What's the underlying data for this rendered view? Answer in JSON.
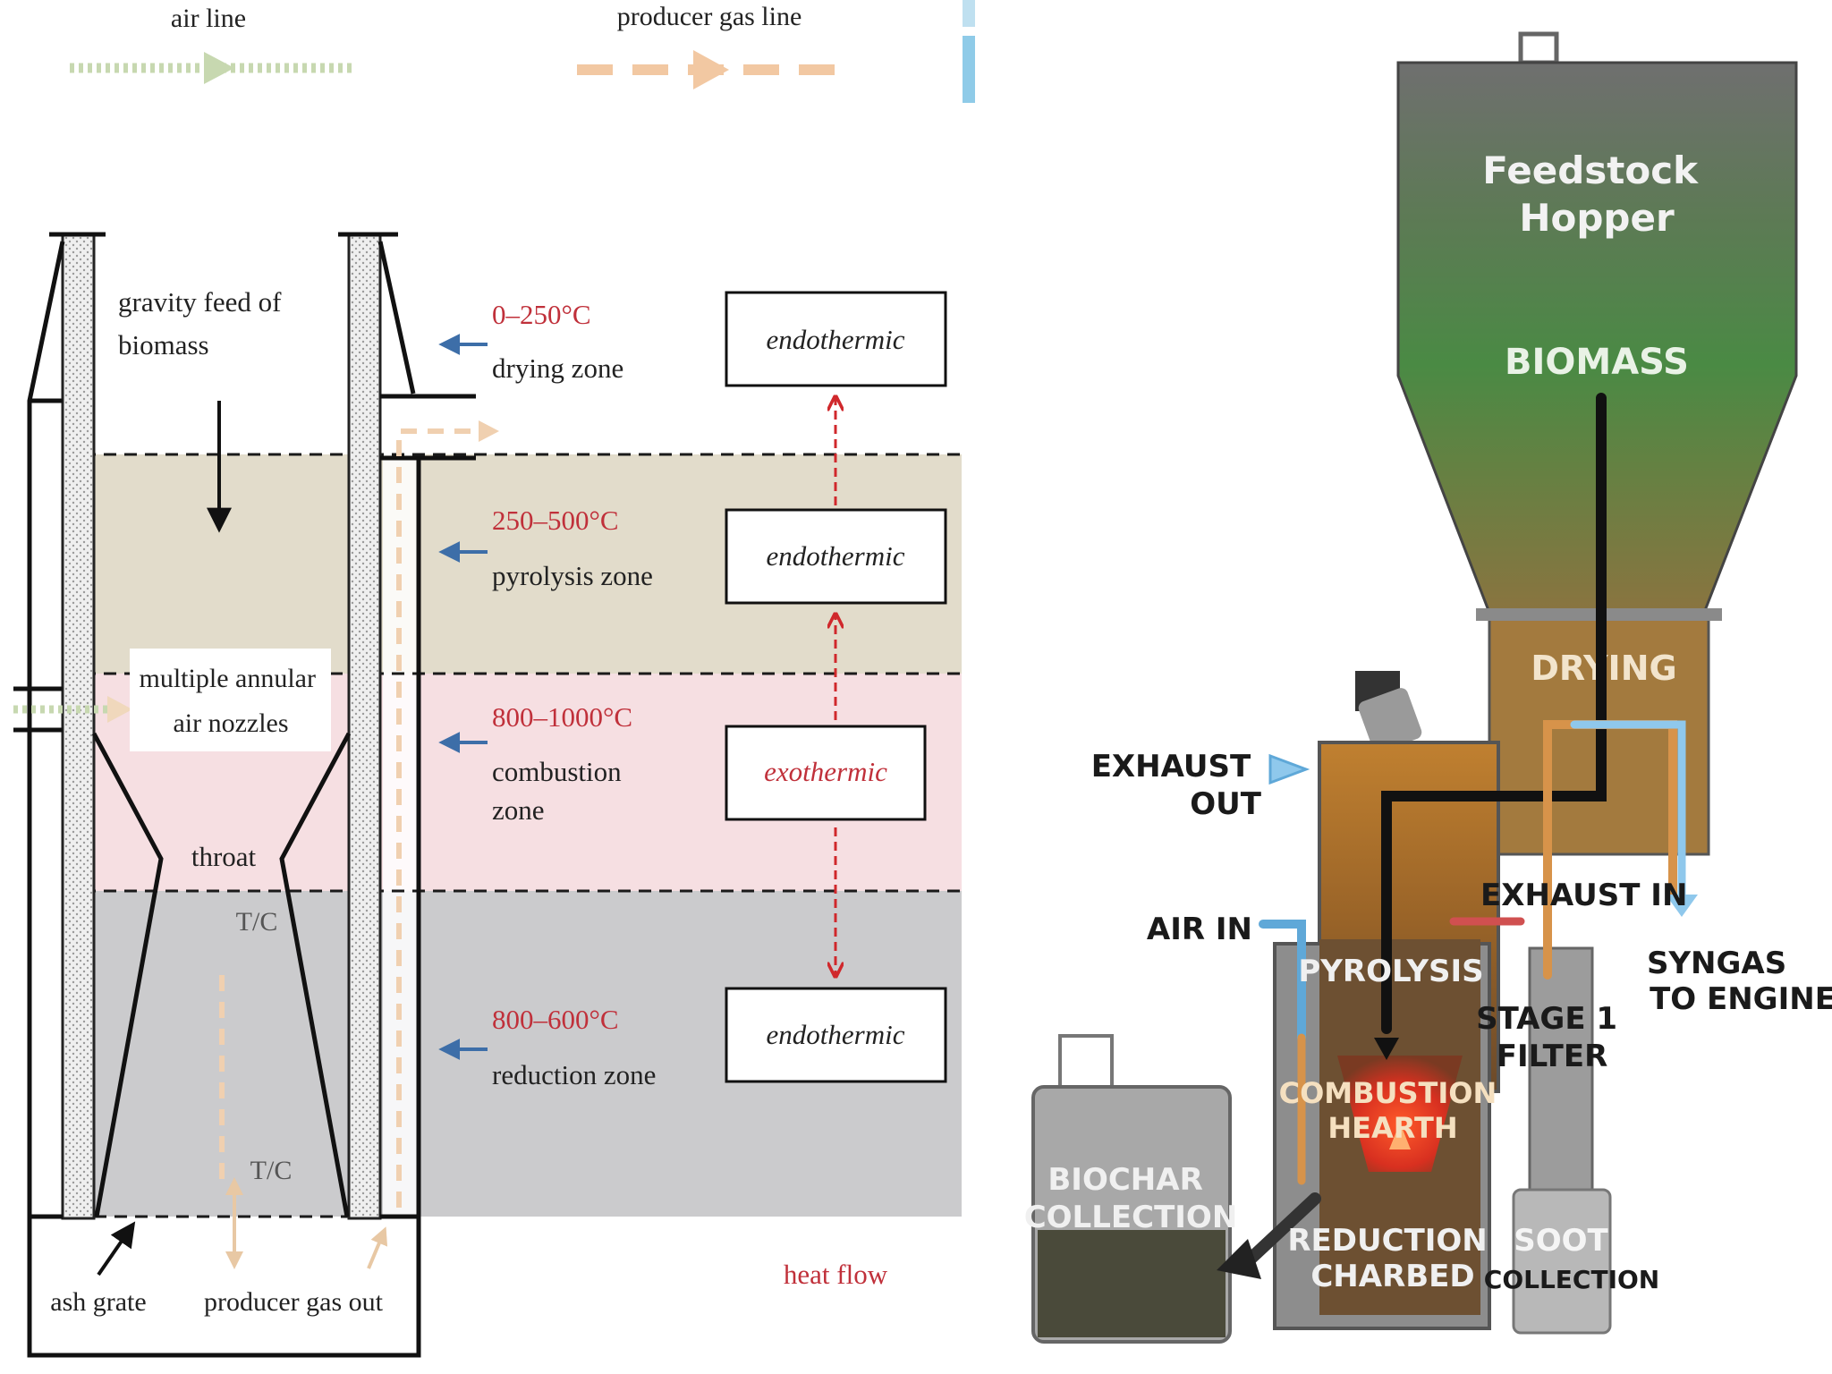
{
  "legend": {
    "air_line": "air line",
    "producer_gas_line": "producer gas line"
  },
  "left_diagram": {
    "gravity_feed": [
      "gravity feed of",
      "biomass"
    ],
    "air_nozzles": [
      "multiple annular",
      "air nozzles"
    ],
    "throat": "throat",
    "tc_upper": "T/C",
    "tc_lower": "T/C",
    "ash_grate": "ash grate",
    "producer_gas_out": "producer gas out",
    "heat_flow": "heat flow",
    "zones": [
      {
        "temp": "0–250°C",
        "name": [
          "drying zone"
        ],
        "heat": "endothermic"
      },
      {
        "temp": "250–500°C",
        "name": [
          "pyrolysis zone"
        ],
        "heat": "endothermic"
      },
      {
        "temp": "800–1000°C",
        "name": [
          "combustion",
          "zone"
        ],
        "heat": "exothermic"
      },
      {
        "temp": "800–600°C",
        "name": [
          "reduction zone"
        ],
        "heat": "endothermic"
      }
    ]
  },
  "right_diagram": {
    "hopper": [
      "Feedstock",
      "Hopper"
    ],
    "biomass": "BIOMASS",
    "drying": "DRYING",
    "exhaust_out": [
      "EXHAUST",
      "OUT"
    ],
    "exhaust_in": "EXHAUST IN",
    "air_in": "AIR IN",
    "pyrolysis": "PYROLYSIS",
    "syngas": [
      "SYNGAS",
      "TO ENGINE"
    ],
    "stage1": [
      "STAGE 1",
      "FILTER"
    ],
    "combustion": [
      "COMBUSTION",
      "HEARTH"
    ],
    "biochar": [
      "BIOCHAR",
      "COLLECTION"
    ],
    "reduction": [
      "REDUCTION",
      "CHARBED"
    ],
    "soot": [
      "SOOT",
      "COLLECTION"
    ]
  },
  "colors": {
    "pyrolysis_band": "#e2dccb",
    "combustion_band": "#f6dfe2",
    "reduction_band": "#cbcbcd",
    "temp_text": "#c0303a",
    "hopper_green": "#4f8a45",
    "furnace_orange": "#b9742a",
    "air_blue": "#5fa8d8"
  }
}
